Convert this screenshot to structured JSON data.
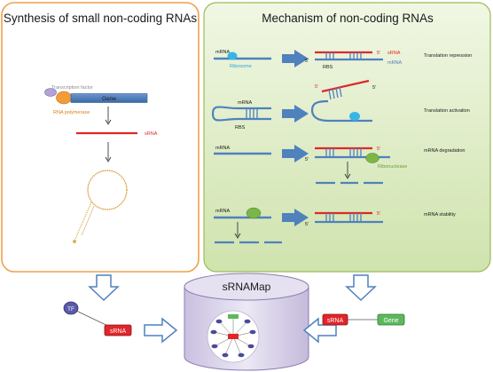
{
  "left_panel": {
    "title": "Synthesis of small non-coding RNAs",
    "transcription_factor": "Transcription factor",
    "rna_polymerase": "RNA polymerase",
    "gene": "Gene",
    "srna": "sRNA"
  },
  "right_panel": {
    "title": "Mechanism of non-coding RNAs",
    "rows": [
      {
        "label": "Translation repression",
        "mrna_left": "mRNA",
        "ribosome": "Ribosome",
        "five_prime_top": "5'",
        "srna": "sRNA",
        "five_prime_bottom": "5'",
        "rbs": "RBS",
        "mrna_right": "mRNA"
      },
      {
        "label": "Translation activation",
        "mrna": "mRNA",
        "rbs": "RBS",
        "five_prime_red": "5'",
        "five_prime_blue": "5'"
      },
      {
        "label": "mRNA degradation",
        "mrna": "mRNA",
        "five_prime_top": "5'",
        "five_prime_bottom": "5'",
        "ribonuclease": "Ribonuclease"
      },
      {
        "label": "mRNA stability",
        "mrna": "mRNA",
        "five_prime_top": "5'",
        "five_prime_bottom": "5'"
      }
    ]
  },
  "bottom": {
    "db_title": "sRNAMap",
    "tf_node": "TF",
    "srna_node_left": "sRNA",
    "srna_node_right": "sRNA",
    "gene_node": "Gene"
  },
  "colors": {
    "left_border": "#f0a04b",
    "right_fill": "#dcebc4",
    "right_border": "#9bbb59",
    "mrna_blue": "#4f81bd",
    "srna_red": "#e0262b",
    "arrow_blue": "#4f81bd",
    "ribosome": "#35b6e6",
    "ribonuclease": "#7ab648",
    "db_fill": "#ddd6ea",
    "db_border": "#8c7bb0"
  }
}
